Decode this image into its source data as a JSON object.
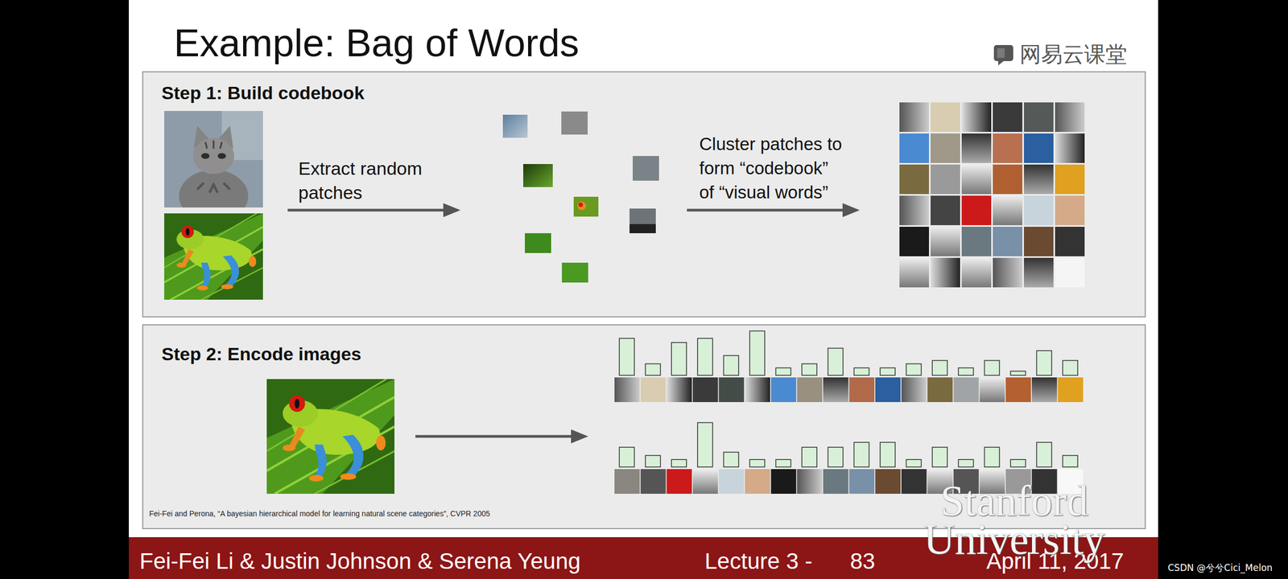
{
  "diagram": {
    "title": "Example: Bag of Words",
    "nodes": [
      {
        "text": [
          "Step 1: Build codebook",
          "Extract random patches",
          "Cluster patches to form “codebook” of “visual words”"
        ]
      },
      {
        "text": [
          "Step 2: Encode images",
          "Fei-Fei and Perona, “A bayesian hierarchical model for learning natural scene categories”, CVPR 2005"
        ]
      },
      {
        "text": [
          "Fei-Fei Li & Justin Johnson & Serena Yeung",
          "Lecture 3 -",
          "83",
          "April 11, 2017"
        ]
      }
    ],
    "labels": [
      "网易云课堂",
      "Stanford University",
      "CSDN @兮兮Cici_Melon"
    ]
  }
}
